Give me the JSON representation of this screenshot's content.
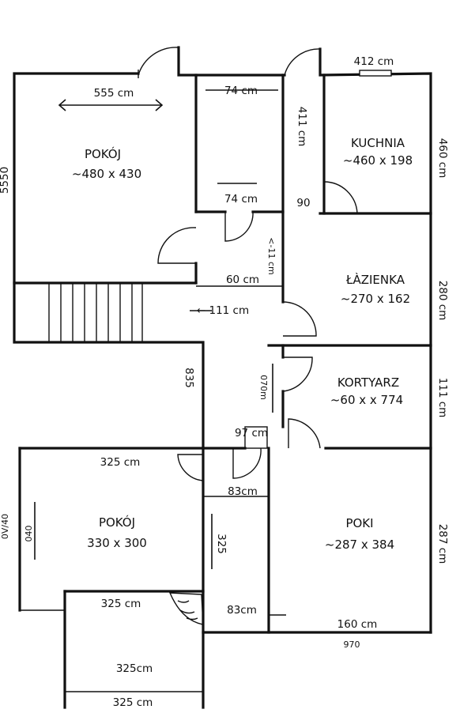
{
  "rooms": {
    "pokoj_top": {
      "name": "POKÓJ",
      "size": "~480 x 430"
    },
    "kuchnia": {
      "name": "KUCHNIA",
      "size": "~460 x 198"
    },
    "lazienka": {
      "name": "ŁÀZIENKA",
      "size": "~270 x 162"
    },
    "kortyarz": {
      "name": "KORTYARZ",
      "size": "~60 x x 774"
    },
    "pokoj_bottom": {
      "name": "POKÓJ",
      "size": "330 x 300"
    },
    "poki": {
      "name": "POKI",
      "size": "~287 x 384"
    }
  },
  "dimensions": {
    "top_room_width": "555 cm",
    "left_height": "5550",
    "hall_top": "74 cm",
    "hall_mid": "74 cm",
    "kitchen_width": "412 cm",
    "passage_411": "411 cm",
    "passage_90": "90",
    "kitchen_height": "460 cm",
    "hall_11": "<-11 cm",
    "hall_60": "60 cm",
    "hall_111": "← 111 cm",
    "bath_height": "280 cm",
    "corridor_835": "835",
    "corr_070": "070m",
    "corr_height": "111 cm",
    "corr_97": "97 cm",
    "lower_top": "325 cm",
    "lower_left_a": "0V/40",
    "lower_left_b": "040",
    "lower_83a": "83cm",
    "lower_325v": "325",
    "lower_83b": "83cm",
    "lower_inner_top": "325 cm",
    "lower_inner_mid": "325cm",
    "lower_bottom": "325 cm",
    "poki_height": "287 cm",
    "poki_bottom": "160 cm",
    "total_970": "970"
  }
}
